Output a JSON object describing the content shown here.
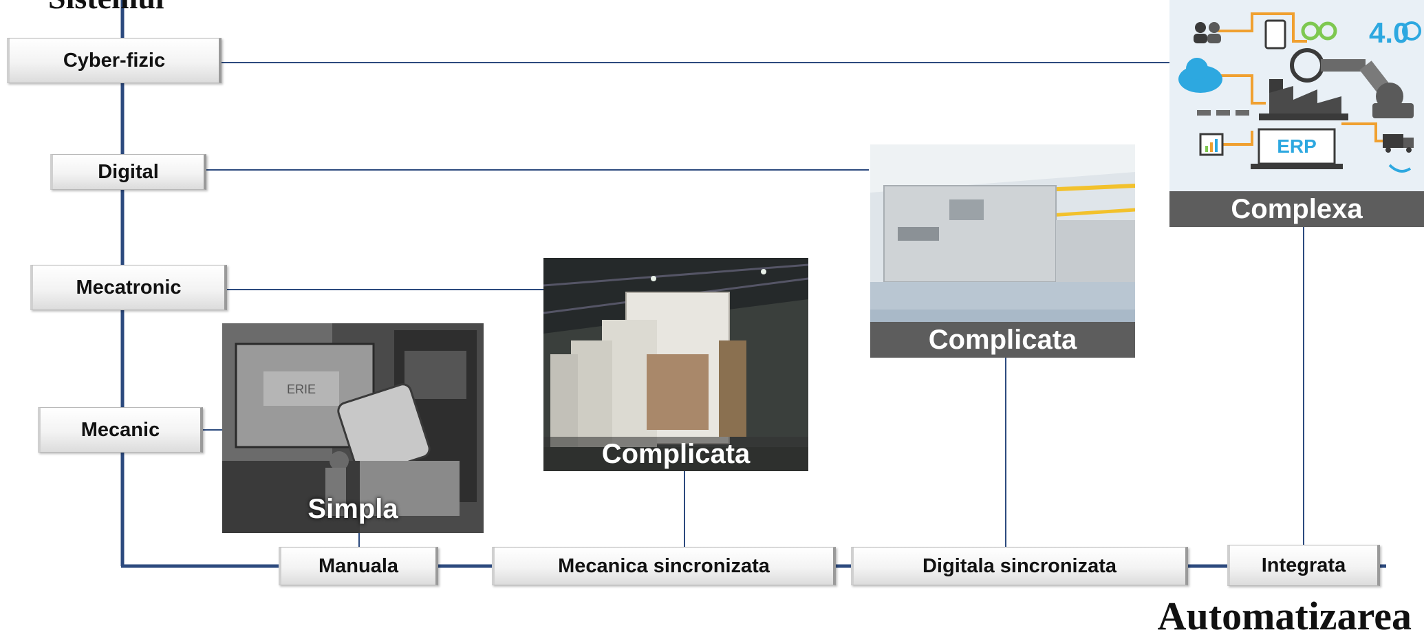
{
  "y_axis": {
    "title": "Sistemul",
    "levels": [
      "Cyber-fizic",
      "Digital",
      "Mecatronic",
      "Mecanic"
    ]
  },
  "x_axis": {
    "title": "Automatizarea",
    "stages": [
      "Manuala",
      "Mecanica sincronizata",
      "Digitala sincronizata",
      "Integrata"
    ]
  },
  "photos": [
    {
      "caption": "Simpla",
      "scene": "black-and-white mechanical press"
    },
    {
      "caption": "Complicata",
      "scene": "press hall"
    },
    {
      "caption": "Complicata",
      "scene": "modern press line"
    },
    {
      "caption": "Complexa",
      "scene": "industry 4.0 icons"
    }
  ],
  "icon_labels": {
    "erp": "ERP",
    "four_zero": "4.0"
  },
  "colors": {
    "line": "#2c4a7e",
    "caption_bg": "#5d5d5d",
    "complexa_bg": "#e9f0f6",
    "icon_orange": "#f0a030",
    "icon_blue": "#2da8e0"
  }
}
